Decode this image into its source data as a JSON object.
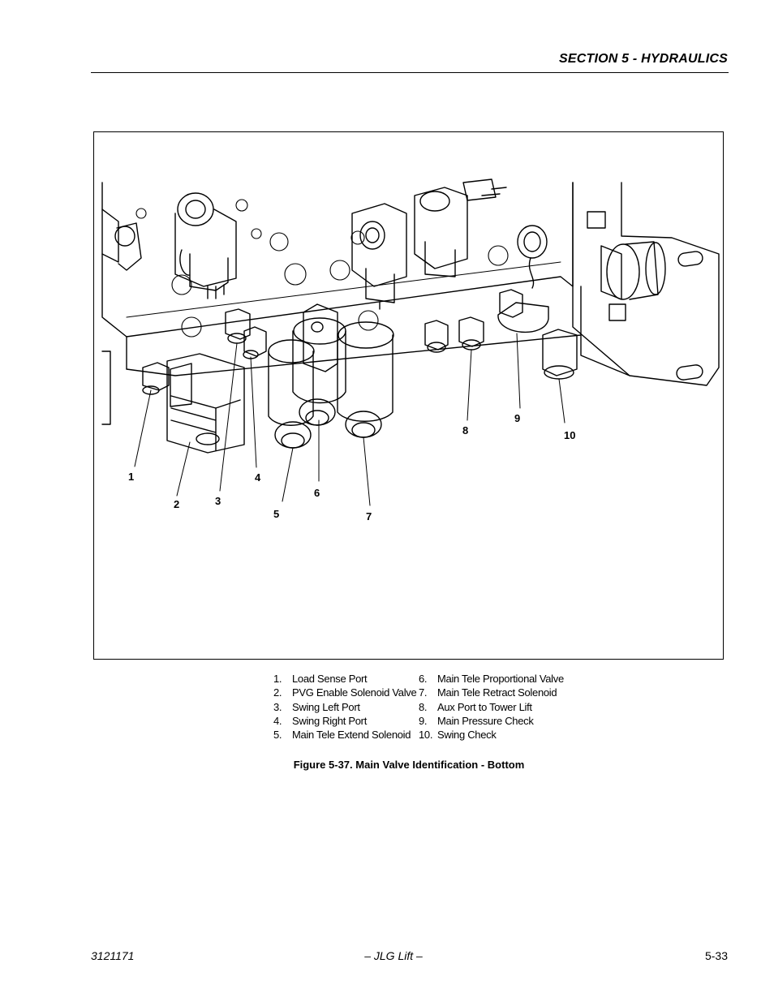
{
  "header": {
    "section_title": "SECTION 5 - HYDRAULICS"
  },
  "figure": {
    "callouts": [
      "1",
      "2",
      "3",
      "4",
      "5",
      "6",
      "7",
      "8",
      "9",
      "10"
    ],
    "legend_left": [
      {
        "num": "1.",
        "label": "Load Sense Port"
      },
      {
        "num": "2.",
        "label": "PVG Enable Solenoid Valve"
      },
      {
        "num": "3.",
        "label": "Swing Left Port"
      },
      {
        "num": "4.",
        "label": "Swing Right Port"
      },
      {
        "num": "5.",
        "label": "Main Tele Extend Solenoid"
      }
    ],
    "legend_right": [
      {
        "num": "6.",
        "label": "Main Tele Proportional Valve"
      },
      {
        "num": "7.",
        "label": "Main Tele Retract Solenoid"
      },
      {
        "num": "8.",
        "label": "Aux Port to Tower Lift"
      },
      {
        "num": "9.",
        "label": "Main Pressure Check"
      },
      {
        "num": "10.",
        "label": "Swing Check"
      }
    ],
    "caption": "Figure 5-37.  Main Valve Identification - Bottom"
  },
  "footer": {
    "doc_number": "3121171",
    "publisher": "– JLG Lift –",
    "page_number": "5-33"
  }
}
